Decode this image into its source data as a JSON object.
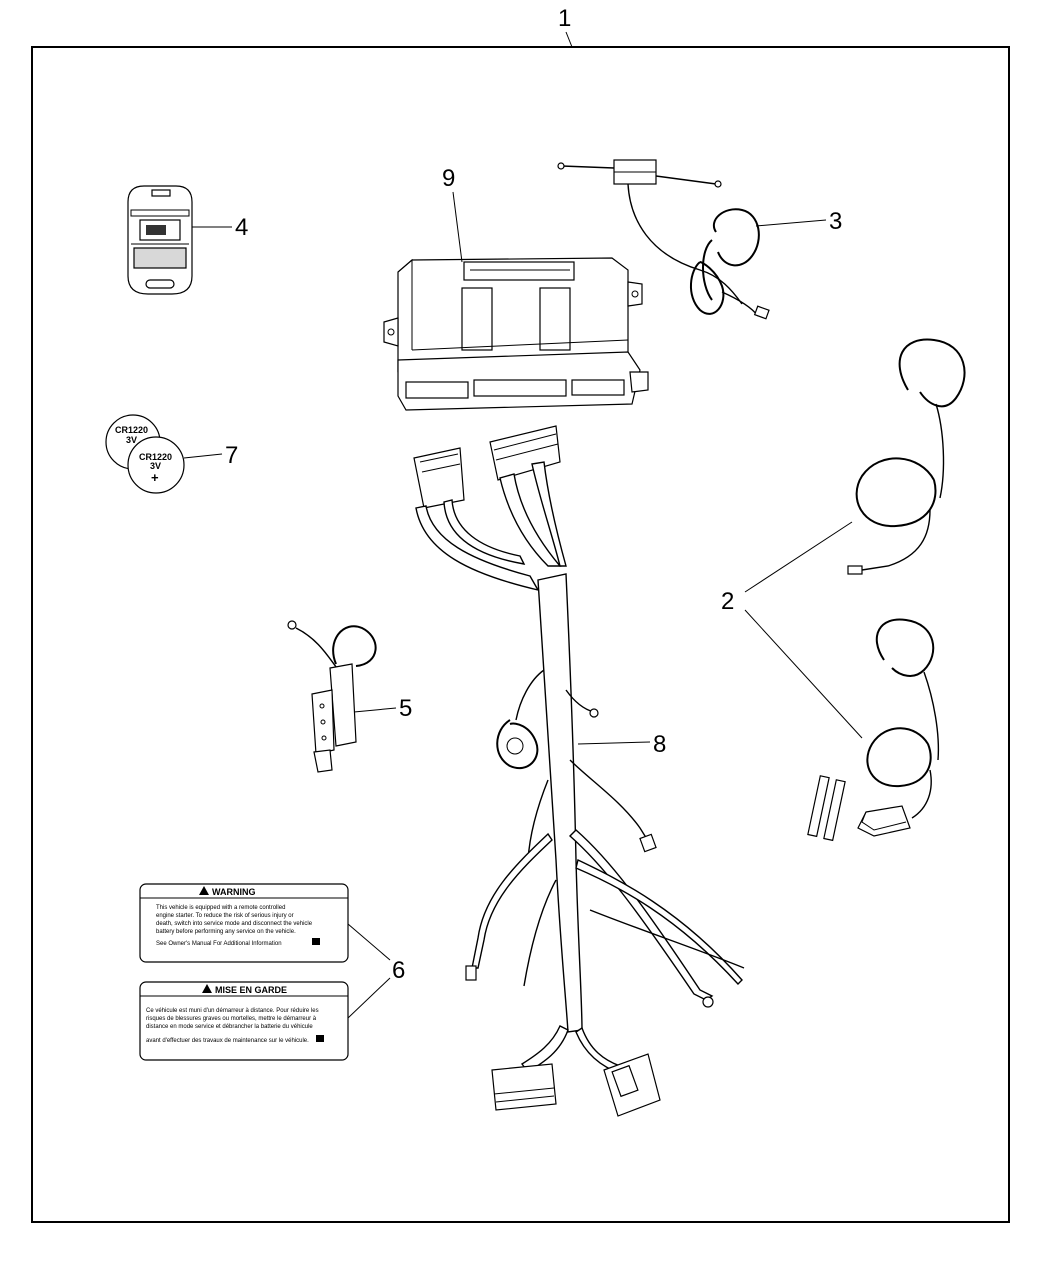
{
  "diagram": {
    "callouts": {
      "c1": "1",
      "c2": "2",
      "c3": "3",
      "c4": "4",
      "c5": "5",
      "c6": "6",
      "c7": "7",
      "c8": "8",
      "c9": "9"
    },
    "battery_back": {
      "model": "CR1220",
      "voltage": "3V"
    },
    "battery_front": {
      "model": "CR1220",
      "voltage": "3V",
      "polarity": "+"
    },
    "warning_label": {
      "heading": "WARNING",
      "lines": [
        "This vehicle is equipped with a remote controlled",
        "engine starter. To reduce the risk of serious injury or",
        "death, switch into service mode and disconnect the vehicle",
        "battery before performing any service on the vehicle.",
        "See Owner's Manual For Additional Information"
      ]
    },
    "french_label": {
      "heading": "MISE EN GARDE",
      "lines": [
        "Ce véhicule est muni d'un démarreur à distance. Pour réduire les",
        "risques de blessures graves ou mortelles, mettre le démarreur à",
        "distance en mode service et débrancher la batterie du véhicule",
        "avant d'effectuer des travaux de maintenance sur le véhicule."
      ]
    }
  }
}
